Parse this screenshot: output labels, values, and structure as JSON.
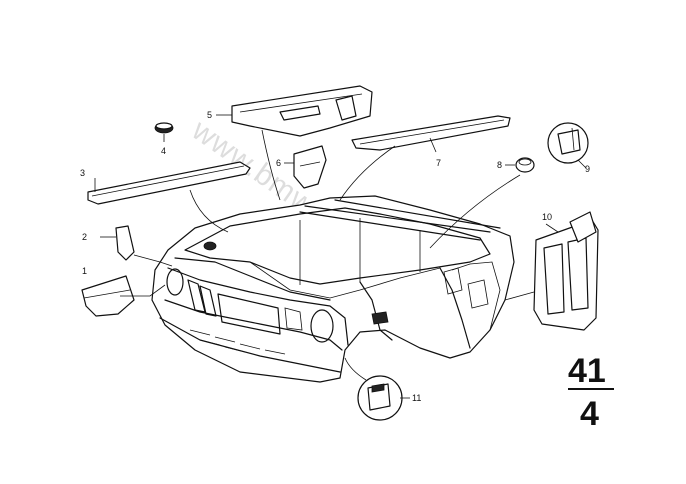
{
  "callouts": {
    "p1": "1",
    "p2": "2",
    "p3": "3",
    "p4": "4",
    "p5": "5",
    "p6": "6",
    "p7": "7",
    "p8": "8",
    "p9": "9",
    "p10": "10",
    "p11": "11"
  },
  "sheet": {
    "group": "41",
    "page": "4"
  },
  "watermark": "www.bmw-spare.pl"
}
